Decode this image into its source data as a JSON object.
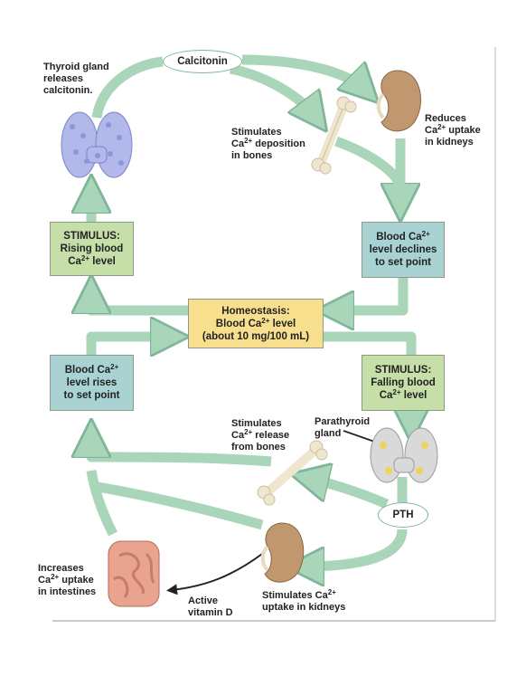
{
  "hormones": {
    "calcitonin": "Calcitonin",
    "pth": "PTH"
  },
  "labels": {
    "thyroid_releases": [
      "Thyroid gland",
      "releases",
      "calcitonin."
    ],
    "bone_deposition": [
      "Stimulates",
      "Ca{2+} deposition",
      "in bones"
    ],
    "kidney_reduces": [
      "Reduces",
      "Ca{2+} uptake",
      "in kidneys"
    ],
    "bone_release": [
      "Stimulates",
      "Ca{2+} release",
      "from bones"
    ],
    "parathyroid": [
      "Parathyroid",
      "gland"
    ],
    "intestine_uptake": [
      "Increases",
      "Ca{2+} uptake",
      "in intestines"
    ],
    "active_vitamin_d": [
      "Active",
      "vitamin D"
    ],
    "kidney_uptake": [
      "Stimulates Ca{2+}",
      "uptake in kidneys"
    ]
  },
  "boxes": {
    "stimulus_rising": [
      "STIMULUS:",
      "Rising blood",
      "Ca{2+} level"
    ],
    "declines": [
      "Blood Ca{2+}",
      "level declines",
      "to set point"
    ],
    "homeostasis": [
      "Homeostasis:",
      "Blood Ca{2+} level",
      "(about 10 mg/100 mL)"
    ],
    "rises": [
      "Blood Ca{2+}",
      "level rises",
      "to set point"
    ],
    "stimulus_falling": [
      "STIMULUS:",
      "Falling blood",
      "Ca{2+} level"
    ]
  },
  "colors": {
    "arrow": "#a9d5b9",
    "arrow_edge": "#7fb59a",
    "stimulus_box": "#c6dfa9",
    "setpoint_box": "#a8d3d2",
    "homeostasis_box": "#f7df8e"
  }
}
